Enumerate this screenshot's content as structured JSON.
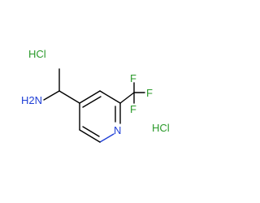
{
  "labels": {
    "hcl_top": "HCl",
    "hcl_bottom": "HCl",
    "amine": "H2N",
    "ring_n": "N",
    "f1": "F",
    "f2": "F",
    "f3": "F"
  },
  "colors": {
    "nitrogen": "#1f3fd6",
    "fluorine": "#2a9a2a",
    "chlorine": "#2a9a2a",
    "bond": "#000000"
  }
}
